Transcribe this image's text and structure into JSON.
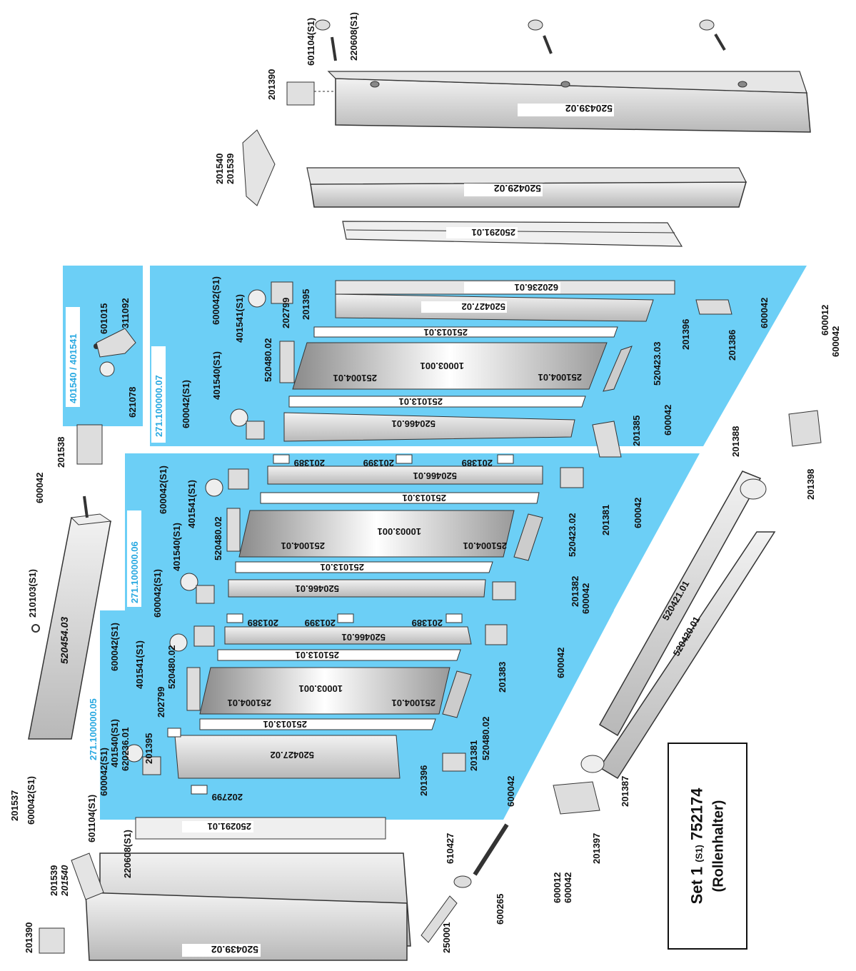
{
  "title": {
    "set": "Set 1",
    "qualifier": "(S1)",
    "number": "752174",
    "subtitle": "(Rollenhalter)"
  },
  "panels": {
    "p07": "271.100000.07",
    "p06": "271.100000.06",
    "p05": "271.100000.05",
    "roller": "401540 / 401541"
  },
  "colors": {
    "panel_blue": "#6ccff6",
    "tag_blue": "#29a9e1",
    "part_gray": "#d8d8d8"
  },
  "parts": {
    "rail_520439": "520439.02",
    "rail_520429": "520429.02",
    "strip_250291": "250291.01",
    "profile_620236": "620236.01",
    "profile_520427": "520427.02",
    "strip_251013": "251013.01",
    "glass_10003": "10003.001",
    "gasket_251004": "251004.01",
    "profile_520466": "520466.01",
    "profile_520454": "520454.03",
    "profile_520421": "520421.01",
    "profile_520420": "520420.01",
    "n201390": "201390",
    "n601104": "601104(S1)",
    "n220608": "220608(S1)",
    "n201540": "201540",
    "n201539": "201539",
    "n201540i": "201540",
    "n601015": "601015",
    "n311092": "311092",
    "n621078": "621078",
    "n600042s1": "600042(S1)",
    "n401541": "401541(S1)",
    "n401540": "401540(S1)",
    "n202799": "202799",
    "n201395": "201395",
    "n520480": "520480.02",
    "n520423": "520423.03",
    "n520423b": "520423.02",
    "n201396": "201396",
    "n201386": "201386",
    "n201385": "201385",
    "n600042": "600042",
    "n600012": "600012",
    "n201398": "201398",
    "n201389": "201389",
    "n201399": "201399",
    "n201381": "201381",
    "n201382": "201382",
    "n201383": "201383",
    "n201388": "201388",
    "n201538": "201538",
    "n210103": "210103(S1)",
    "n201537": "201537",
    "n620236b": "620236.01",
    "n610427": "610427",
    "n600265": "600265",
    "n250001": "250001",
    "n201397": "201397",
    "n201387": "201387"
  }
}
